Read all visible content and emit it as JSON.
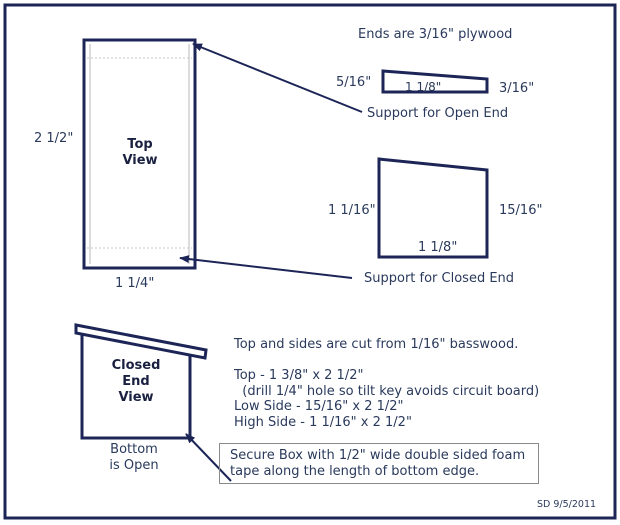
{
  "texts": {
    "ends_material": "Ends are 3/16\" plywood",
    "top_view_height": "2 1/2\"",
    "top_view_title": "Top",
    "top_view_subtitle": "View",
    "top_view_width": "1 1/4\"",
    "support_open_left": "5/16\"",
    "support_open_width": "1 1/8\"",
    "support_open_right": "3/16\"",
    "support_open_label": "Support for Open End",
    "support_closed_left": "1 1/16\"",
    "support_closed_right": "15/16\"",
    "support_closed_width": "1 1/8\"",
    "support_closed_label": "Support for Closed End",
    "end_view_line1": "Closed",
    "end_view_line2": "End",
    "end_view_line3": "View",
    "bottom_line1": "Bottom",
    "bottom_line2": "is Open",
    "cut_notes": "Top and sides are cut from 1/16\" basswood.\n\nTop - 1 3/8\" x 2 1/2\"\n  (drill 1/4\" hole so tilt key avoids circuit board)\nLow Side - 15/16\" x 2 1/2\"\nHigh Side - 1 1/16\" x 2 1/2\"",
    "callout_text": "Secure Box with 1/2\" wide double sided foam tape along the length of bottom edge.",
    "signature": "SD 9/5/2011"
  },
  "colors": {
    "frame": "#1d2557",
    "lines": "#1d2557",
    "dashed": "#b8b8b8",
    "text": "#2a3a5c"
  }
}
